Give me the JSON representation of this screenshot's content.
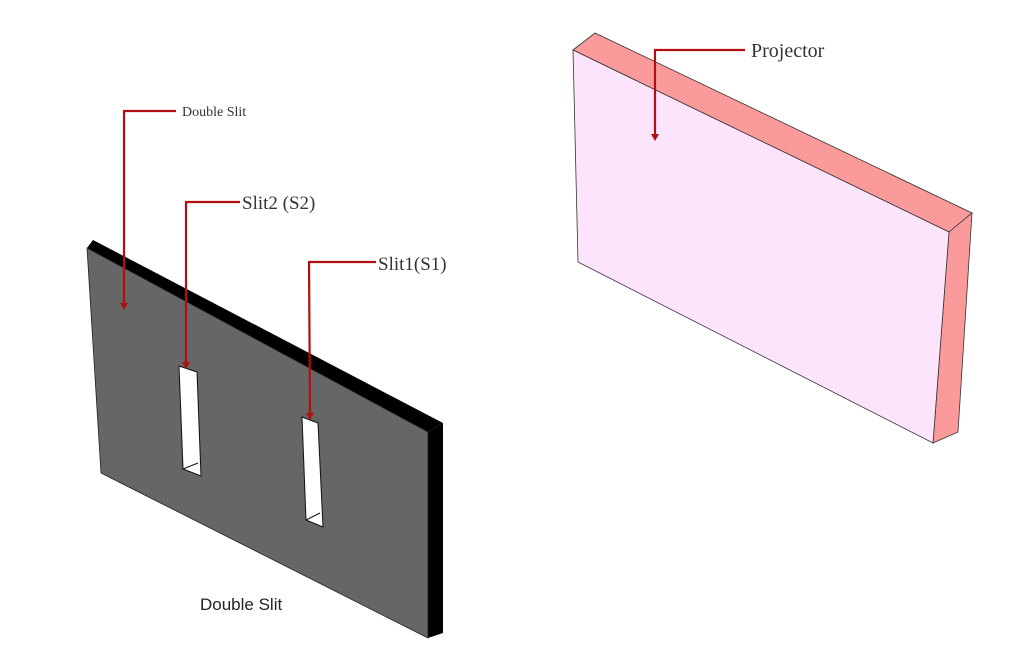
{
  "labels": {
    "double_slit_callout": "Double Slit",
    "slit2": "Slit2 (S2)",
    "slit1": "Slit1(S1)",
    "projector": "Projector",
    "double_slit_caption": "Double Slit"
  },
  "colors": {
    "plate_front": "#666666",
    "plate_edge": "#000000",
    "screen_front": "#fde4fd",
    "screen_edge": "#fb9a9a",
    "callout": "#b01010"
  }
}
